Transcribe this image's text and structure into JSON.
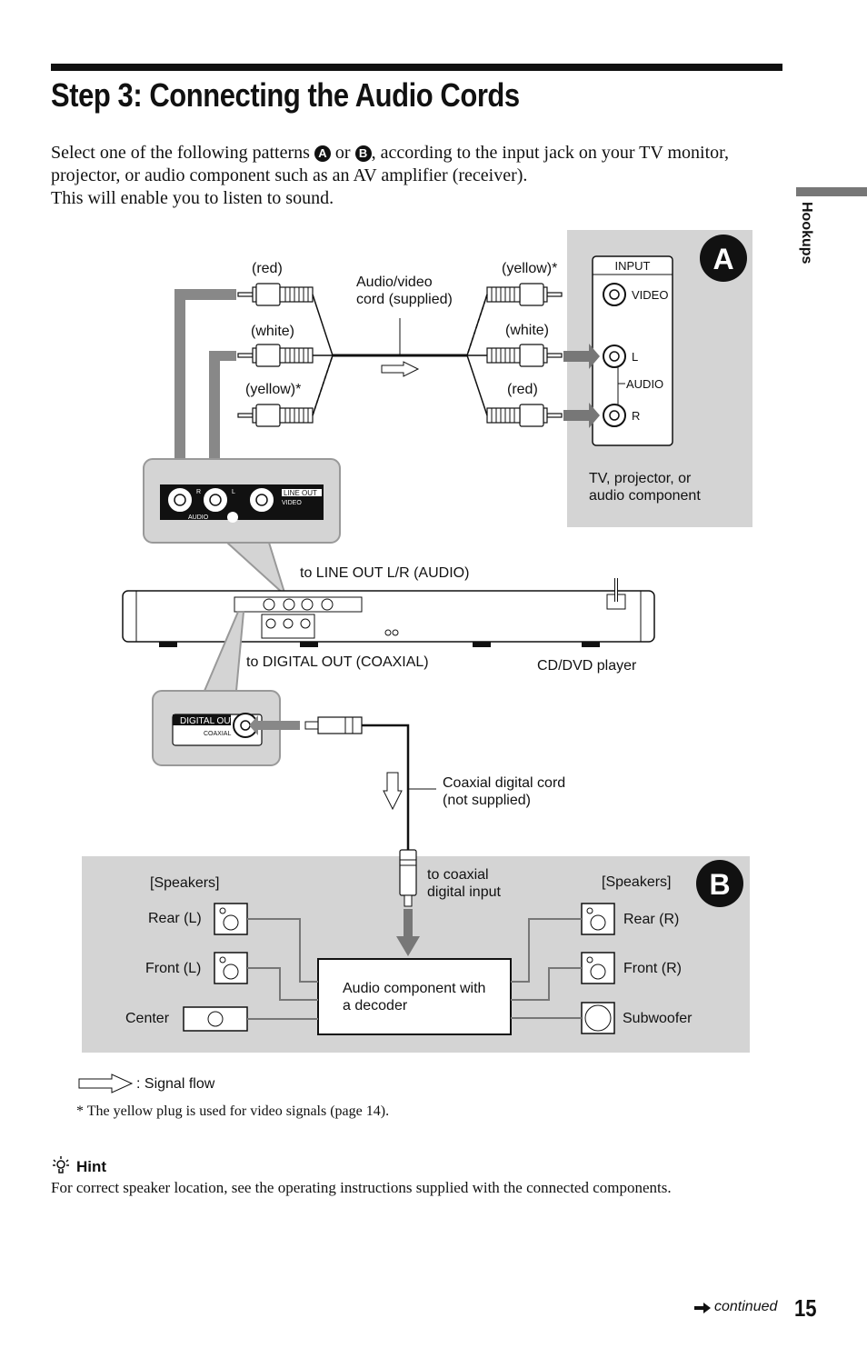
{
  "title": "Step 3: Connecting the Audio Cords",
  "intro": {
    "line1_a": "Select one of the following patterns",
    "pattern_a": "A",
    "or": "or",
    "pattern_b": "B",
    "line1_b": ", according to the input jack on your TV monitor,",
    "line2": "projector, or audio component such as an AV amplifier (receiver).",
    "line3": "This will enable you to listen to sound."
  },
  "side_tab": "Hookups",
  "diagram": {
    "badge_a": "A",
    "badge_b": "B",
    "plug_left": [
      "(red)",
      "(white)",
      "(yellow)*"
    ],
    "plug_right": [
      "(yellow)*",
      "(white)",
      "(red)"
    ],
    "av_cord": "Audio/video\ncord (supplied)",
    "tv_panel": {
      "input": "INPUT",
      "video": "VIDEO",
      "l": "L",
      "audio": "AUDIO",
      "r": "R"
    },
    "tv_caption": "TV, projector, or\naudio component",
    "lineout_panel": {
      "r": "R",
      "l": "L",
      "audio": "AUDIO",
      "line_out": "LINE OUT",
      "video": "VIDEO"
    },
    "to_line_out": "to LINE OUT L/R (AUDIO)",
    "to_digital_out": "to DIGITAL OUT (COAXIAL)",
    "player": "CD/DVD player",
    "digital_panel": {
      "digital_out": "DIGITAL OUT",
      "coaxial": "COAXIAL"
    },
    "coax_cord": "Coaxial digital cord\n(not supplied)",
    "to_coax_input": "to coaxial\ndigital input",
    "speakers_left_head": "[Speakers]",
    "speakers_right_head": "[Speakers]",
    "speakers_left": [
      "Rear (L)",
      "Front (L)",
      "Center"
    ],
    "speakers_right": [
      "Rear (R)",
      "Front (R)",
      "Subwoofer"
    ],
    "decoder": "Audio component with\na decoder",
    "signal_flow": ": Signal flow"
  },
  "footnote": "* The yellow plug is used for video signals (page 14).",
  "hint": {
    "heading": "Hint",
    "text": "For correct speaker location, see the operating instructions supplied with the connected components."
  },
  "footer": {
    "continued": "continued",
    "page_number": "15"
  }
}
